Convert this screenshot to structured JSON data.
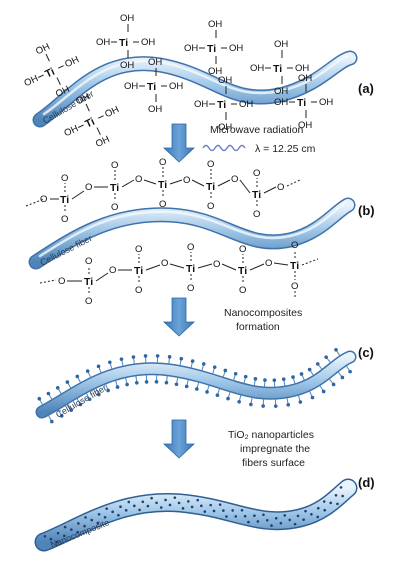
{
  "panels": {
    "a": "(a)",
    "b": "(b)",
    "c": "(c)",
    "d": "(d)"
  },
  "fiber_label": "Cellulose fiber",
  "nanocomposite_label": "Nanocomposite",
  "steps": {
    "microwave": "Microwave radiation",
    "wavelength": "λ = 12.25 cm",
    "nanocomposites_line1": "Nanocomposites",
    "nanocomposites_line2": "formation",
    "tio2_line1": "TiO₂ nanoparticles",
    "tio2_line2": "impregnate the",
    "tio2_line3": "fibers surface"
  },
  "chem": {
    "oh": "OH",
    "ti": "Ti",
    "o": "O"
  },
  "colors": {
    "fiber": "#7fb0dc",
    "fiber_dark": "#3f72a8",
    "arrow": "#4a86c5",
    "wave": "#6d7fc9",
    "particle": "#1f3f6b"
  }
}
